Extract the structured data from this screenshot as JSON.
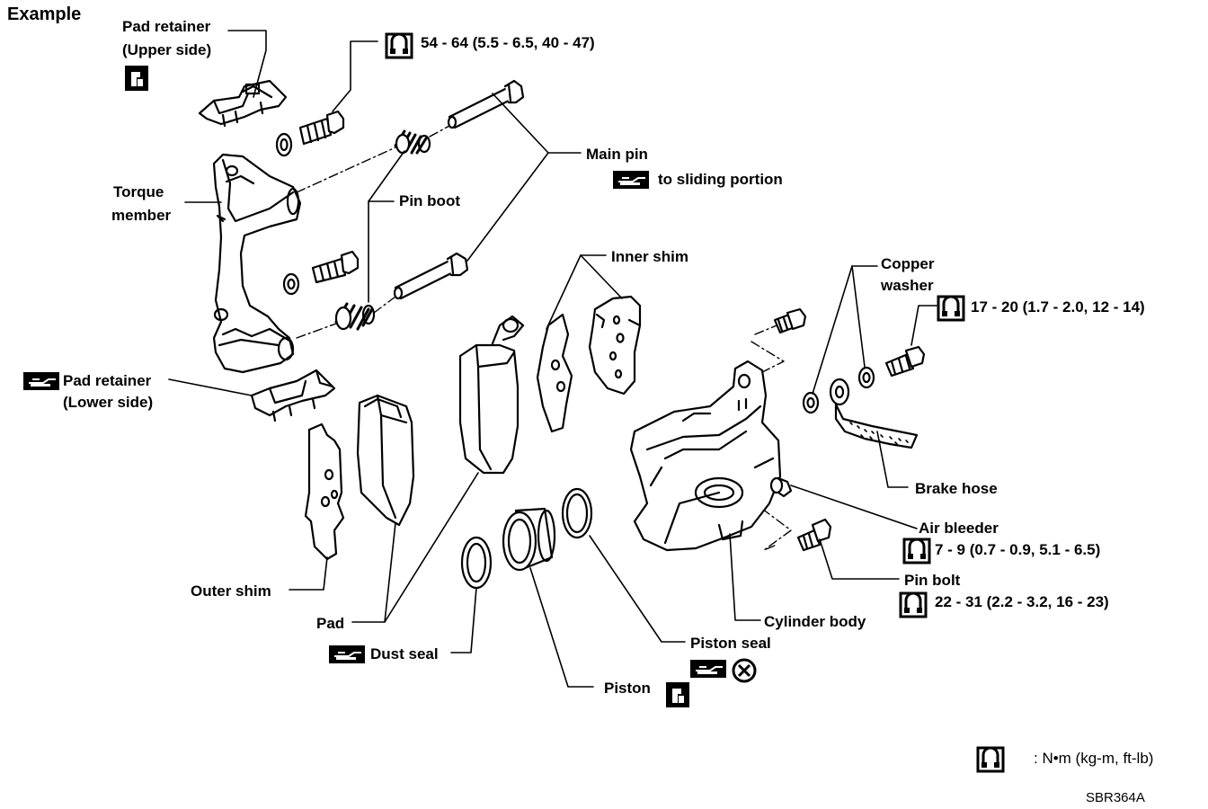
{
  "title": "Example",
  "labels": {
    "pad_retainer_upper_1": "Pad retainer",
    "pad_retainer_upper_2": "(Upper side)",
    "torque_upper_bolt": "54 - 64 (5.5 - 6.5, 40 - 47)",
    "main_pin": "Main pin",
    "main_pin_grease": "to sliding portion",
    "torque_member_1": "Torque",
    "torque_member_2": "member",
    "pin_boot": "Pin boot",
    "inner_shim": "Inner shim",
    "copper_washer_1": "Copper",
    "copper_washer_2": "washer",
    "torque_hose_bolt": "17 - 20 (1.7 - 2.0, 12 - 14)",
    "pad_retainer_lower_1": "Pad retainer",
    "pad_retainer_lower_2": "(Lower side)",
    "brake_hose": "Brake hose",
    "air_bleeder": "Air bleeder",
    "torque_air_bleeder": "7 - 9 (0.7 - 0.9, 5.1 - 6.5)",
    "pin_bolt": "Pin bolt",
    "torque_pin_bolt": "22 - 31 (2.2 - 3.2, 16 - 23)",
    "outer_shim": "Outer shim",
    "cylinder_body": "Cylinder body",
    "pad": "Pad",
    "dust_seal": "Dust seal",
    "piston_seal": "Piston seal",
    "piston": "Piston"
  },
  "legend": {
    "text": ": N•m (kg-m, ft-lb)"
  },
  "figure_code": "SBR364A",
  "icons": [
    "torque-wrench-icon",
    "grease-icon",
    "rubber-grease-icon",
    "do-not-reuse-icon"
  ]
}
